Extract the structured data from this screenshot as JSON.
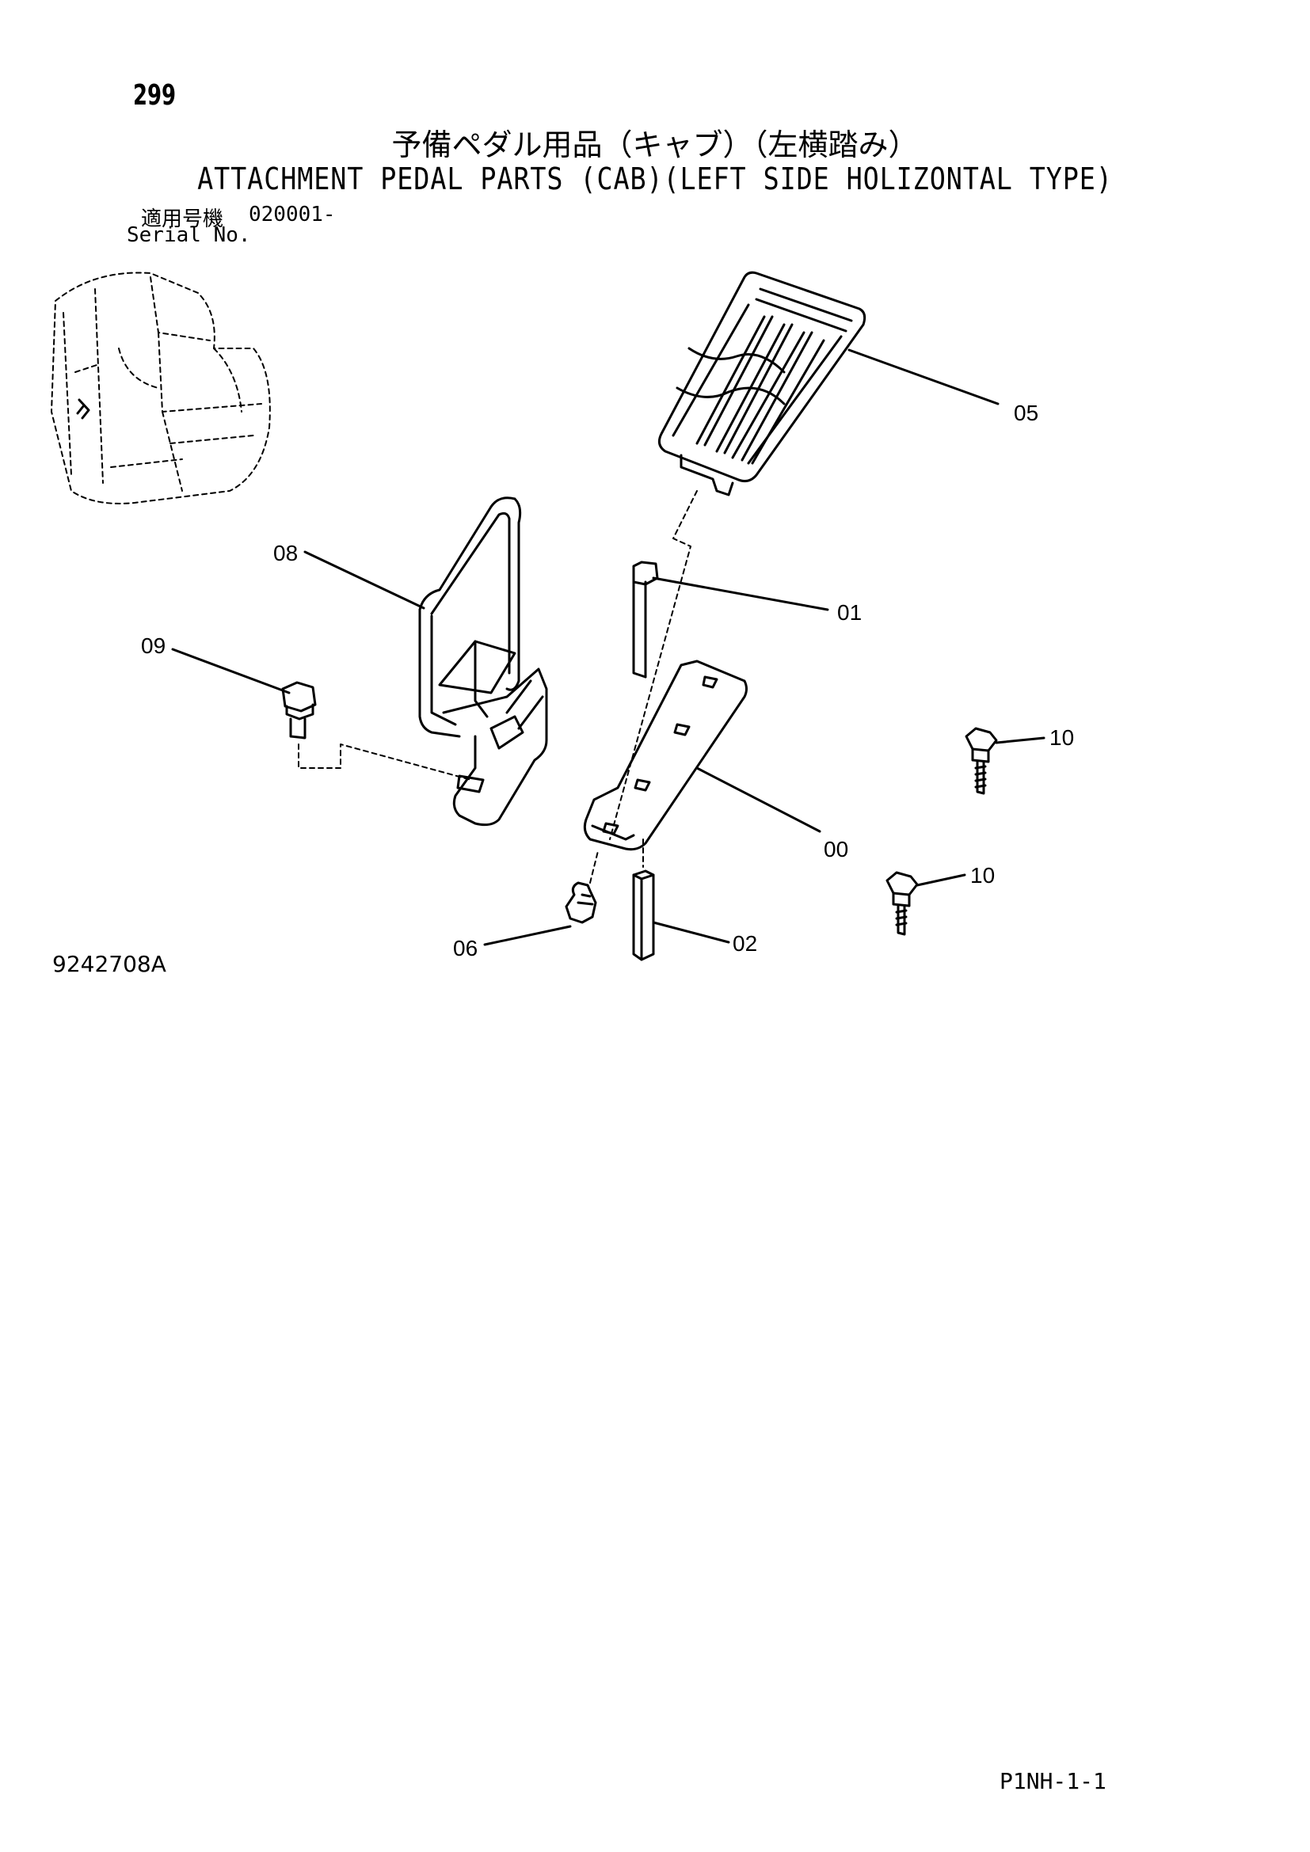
{
  "page_number": "299",
  "title_jp": "予備ペダル用品（キャブ）（左横踏み）",
  "title_en": "ATTACHMENT PEDAL PARTS (CAB)(LEFT SIDE HOLIZONTAL TYPE)",
  "serial": {
    "label_jp": "適用号機",
    "value": "020001-",
    "label_en": "Serial No."
  },
  "drawing_id": "9242708A",
  "page_code": "P1NH-1-1",
  "callouts": {
    "c05": "05",
    "c08": "08",
    "c01": "01",
    "c09": "09",
    "c10a": "10",
    "c00": "00",
    "c10b": "10",
    "c06": "06",
    "c02": "02"
  }
}
